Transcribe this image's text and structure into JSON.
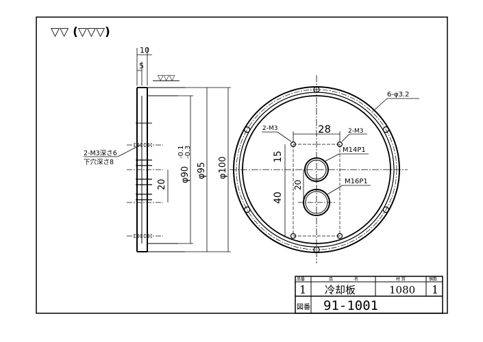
{
  "surface_symbol_top": "▽▽ (▽▽▽)",
  "surface_symbol_small": "▽▽▽",
  "side_view": {
    "dim_total_thickness": "10",
    "dim_step": "5",
    "dim_pitch": "20",
    "dim_d1": "φ90",
    "dim_d1_tol_upper": "-0.1",
    "dim_d1_tol_lower": "-0.3",
    "dim_d2": "φ95",
    "dim_d3": "φ100",
    "thread_note_line1": "2-M3深さ6",
    "thread_note_line2": "下穴深さ8"
  },
  "front_view": {
    "bolt_holes_note": "6-φ3.2",
    "tap_left_note": "2-M3",
    "tap_right_note": "2-M3",
    "dim_horizontal": "28",
    "dim_vertical_upper": "15",
    "dim_vertical_lower": "40",
    "dim_between_ports": "20",
    "port_upper_label": "M14P1",
    "port_lower_label": "M16P1"
  },
  "title_block": {
    "header_item_no": "品番",
    "header_name_1": "品",
    "header_name_2": "名",
    "header_material": "材 質",
    "header_qty": "個数",
    "item_no": "1",
    "part_name": "冷却板",
    "material": "1080",
    "quantity": "1",
    "drawing_no_label": "図番",
    "drawing_no": "91-1001"
  }
}
